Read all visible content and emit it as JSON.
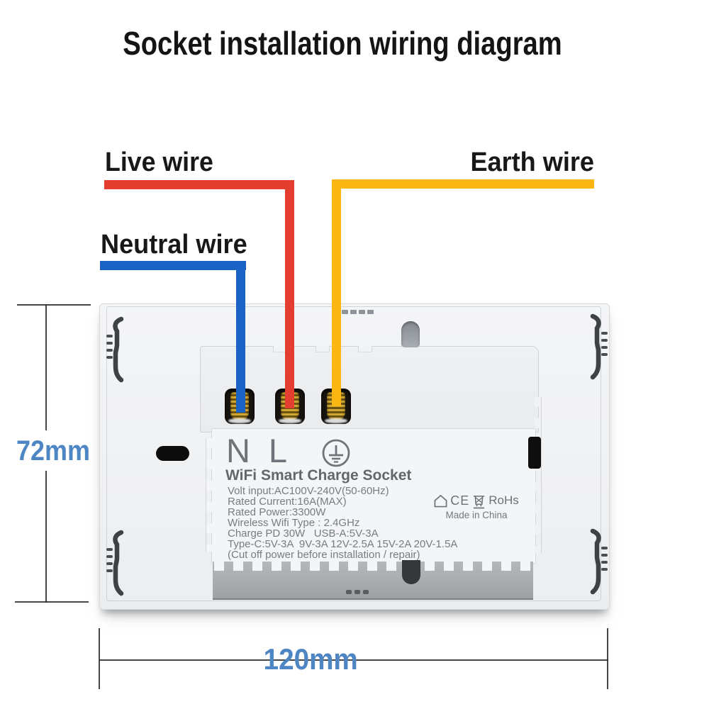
{
  "title": "Socket installation wiring diagram",
  "wires": {
    "live": {
      "label": "Live wire",
      "color": "#e43e31"
    },
    "neutral": {
      "label": "Neutral wire",
      "color": "#1a63c5"
    },
    "earth": {
      "label": "Earth wire",
      "color": "#fcb614"
    }
  },
  "dimensions": {
    "height_label": "72mm",
    "width_label": "120mm",
    "text_color": "#4e86c4"
  },
  "device": {
    "terminal_n": "N",
    "terminal_l": "L",
    "name": "WiFi Smart Charge Socket",
    "specs": [
      "Volt input:AC100V-240V(50-60Hz)",
      "Rated Current:16A(MAX)",
      "Rated Power:3300W",
      "Wireless Wifi Type : 2.4GHz",
      "Charge PD 30W   USB-A:5V-3A",
      "Type-C:5V-3A  9V-3A 12V-2.5A 15V-2A 20V-1.5A",
      "(Cut off power before installation / repair)"
    ],
    "certifications": {
      "ce": "CE",
      "rohs": "RoHs",
      "made_in": "Made in China"
    }
  }
}
